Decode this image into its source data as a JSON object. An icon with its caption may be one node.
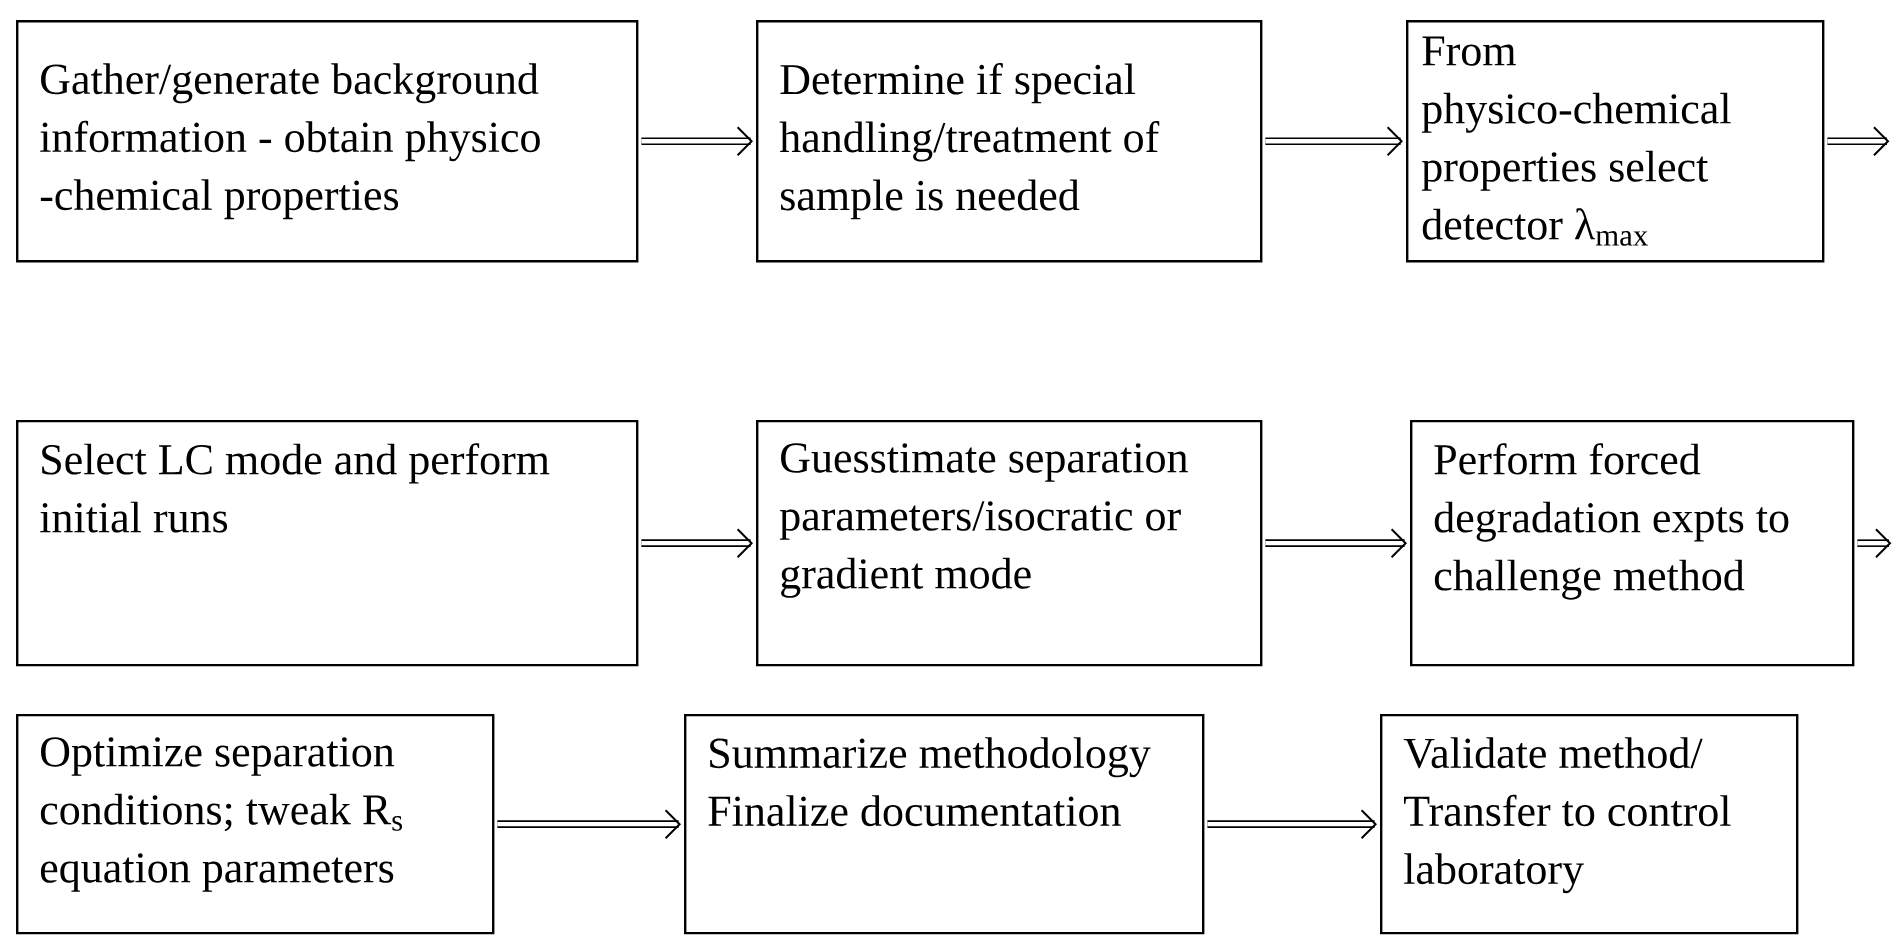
{
  "diagram": {
    "nodes": [
      {
        "text": [
          "Gather/generate background information - obtain physico -chemical properties"
        ]
      },
      {
        "text": [
          "Determine if special handling/treatment of sample is needed"
        ]
      },
      {
        "text": [
          "From physico-chemical properties select detector λ$_{max}$"
        ]
      },
      {
        "text": [
          "Select LC mode and perform initial runs"
        ]
      },
      {
        "text": [
          "Guesstimate separation parameters/isocratic or gradient mode"
        ]
      },
      {
        "text": [
          "Perform forced degradation expts to challenge method"
        ]
      },
      {
        "text": [
          "Optimize separation conditions; tweak R$_{s}$ equation parameters"
        ]
      },
      {
        "text": [
          "Summarize methodology Finalize documentation"
        ]
      },
      {
        "text": [
          "Validate method/ Transfer to control laboratory"
        ]
      }
    ],
    "edges": [
      {
        "from": 0,
        "to": 1,
        "arrow": "to"
      },
      {
        "from": 1,
        "to": 2,
        "arrow": "to"
      },
      {
        "from": 2,
        "to": null,
        "arrow": "to"
      },
      {
        "from": 3,
        "to": 4,
        "arrow": "to"
      },
      {
        "from": 4,
        "to": 5,
        "arrow": "to"
      },
      {
        "from": 5,
        "to": null,
        "arrow": "to"
      },
      {
        "from": 6,
        "to": 7,
        "arrow": "to"
      },
      {
        "from": 7,
        "to": 8,
        "arrow": "to"
      }
    ]
  }
}
